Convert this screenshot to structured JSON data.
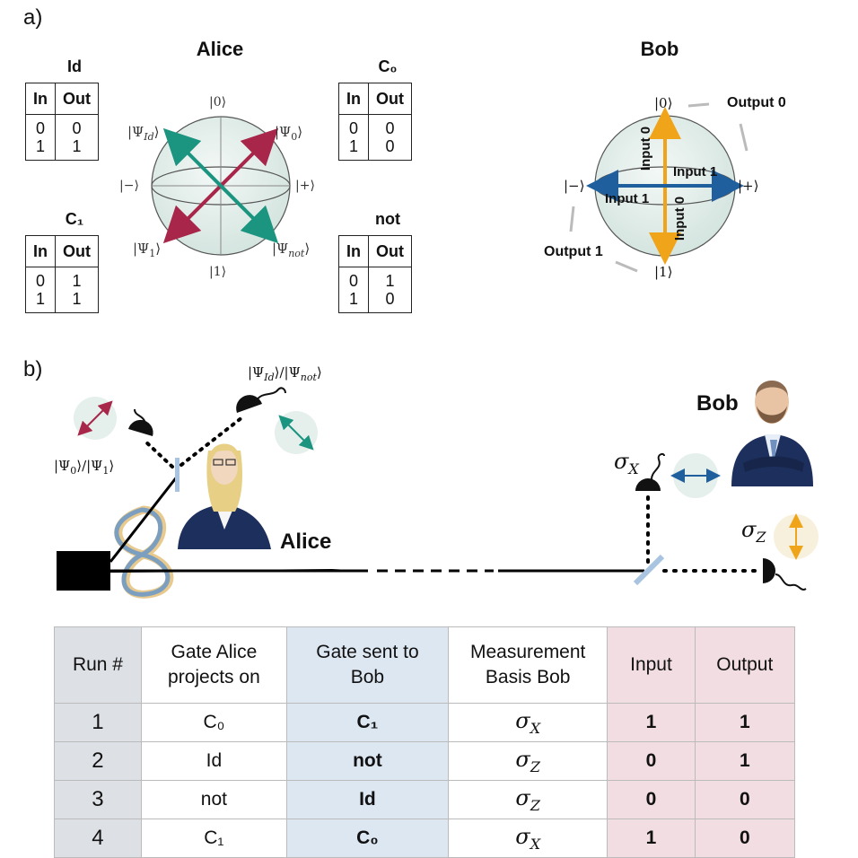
{
  "panel_a": {
    "label": "a)",
    "alice_title": "Alice",
    "bob_title": "Bob",
    "tables": [
      {
        "name": "Id",
        "headers": [
          "In",
          "Out"
        ],
        "rows": [
          [
            "0",
            "0"
          ],
          [
            "1",
            "1"
          ]
        ]
      },
      {
        "name": "C₀",
        "headers": [
          "In",
          "Out"
        ],
        "rows": [
          [
            "0",
            "0"
          ],
          [
            "1",
            "0"
          ]
        ]
      },
      {
        "name": "C₁",
        "headers": [
          "In",
          "Out"
        ],
        "rows": [
          [
            "0",
            "1"
          ],
          [
            "1",
            "1"
          ]
        ]
      },
      {
        "name": "not",
        "headers": [
          "In",
          "Out"
        ],
        "rows": [
          [
            "0",
            "1"
          ],
          [
            "1",
            "0"
          ]
        ]
      }
    ],
    "alice_sphere": {
      "ket_top": "|0⟩",
      "ket_bottom": "|1⟩",
      "ket_left": "|−⟩",
      "ket_right": "|+⟩",
      "psi_id": "|Ψ",
      "psi_id_sub": "Id",
      "psi_0": "|Ψ",
      "psi_0_sub": "0",
      "psi_1": "|Ψ",
      "psi_1_sub": "1",
      "psi_not": "|Ψ",
      "psi_not_sub": "not",
      "ket_close": "⟩",
      "colors": {
        "red": "#a8264a",
        "teal": "#1b9480"
      }
    },
    "bob_sphere": {
      "ket_top": "|0⟩",
      "ket_bottom": "|1⟩",
      "ket_left": "|−⟩",
      "ket_right": "|+⟩",
      "input0_up": "Input 0",
      "input0_down": "Input 0",
      "input1_right": "Input 1",
      "input1_left": "Input 1",
      "output0": "Output 0",
      "output1": "Output 1",
      "colors": {
        "orange": "#f0a41a",
        "blue": "#1f5f9e"
      }
    }
  },
  "panel_b": {
    "label": "b)",
    "alice_name": "Alice",
    "bob_name": "Bob",
    "det_top_label": "|Ψ",
    "det_top_sub1": "Id",
    "det_top_mid": "⟩/|Ψ",
    "det_top_sub2": "not",
    "det_top_end": "⟩",
    "det_left_label": "|Ψ",
    "det_left_sub1": "0",
    "det_left_mid": "⟩/|Ψ",
    "det_left_sub2": "1",
    "det_left_end": "⟩",
    "sigma_x": "σ",
    "sigma_x_sub": "X",
    "sigma_z": "σ",
    "sigma_z_sub": "Z"
  },
  "runs_table": {
    "headers": {
      "run": "Run #",
      "gate_alice_1": "Gate Alice",
      "gate_alice_2": "projects on",
      "gate_sent_1": "Gate sent to",
      "gate_sent_2": "Bob",
      "meas_1": "Measurement",
      "meas_2": "Basis Bob",
      "input": "Input",
      "output": "Output"
    },
    "rows": [
      {
        "run": "1",
        "gate_alice": "C₀",
        "gate_sent": "C₁",
        "sigma": "σ",
        "basis": "X",
        "input": "1",
        "output": "1"
      },
      {
        "run": "2",
        "gate_alice": "Id",
        "gate_sent": "not",
        "sigma": "σ",
        "basis": "Z",
        "input": "0",
        "output": "1"
      },
      {
        "run": "3",
        "gate_alice": "not",
        "gate_sent": "Id",
        "sigma": "σ",
        "basis": "Z",
        "input": "0",
        "output": "0"
      },
      {
        "run": "4",
        "gate_alice": "C₁",
        "gate_sent": "C₀",
        "sigma": "σ",
        "basis": "X",
        "input": "1",
        "output": "0"
      }
    ]
  }
}
